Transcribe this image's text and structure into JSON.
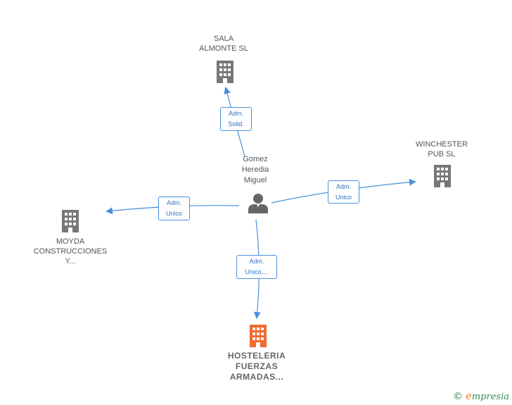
{
  "colors": {
    "edge": "#4a90d9",
    "building_gray": "#777777",
    "building_highlight": "#f26a2e",
    "person": "#666666"
  },
  "center": {
    "name_lines": [
      "Gomez",
      "Heredia",
      "Miguel"
    ],
    "icon": "person-icon"
  },
  "nodes": {
    "sala": {
      "lines": [
        "SALA",
        "ALMONTE  SL"
      ],
      "icon": "building-icon"
    },
    "winchester": {
      "lines": [
        "WINCHESTER",
        "PUB  SL"
      ],
      "icon": "building-icon"
    },
    "moyda": {
      "lines": [
        "MOYDA",
        "CONSTRUCCIONES",
        "Y..."
      ],
      "icon": "building-icon"
    },
    "hosteleria": {
      "lines": [
        "HOSTELERIA",
        "FUERZAS",
        "ARMADAS..."
      ],
      "icon": "building-icon"
    }
  },
  "edges": {
    "sala": [
      "Adm.",
      "Solid."
    ],
    "winchester": [
      "Adm.",
      "Unico"
    ],
    "moyda": [
      "Adm.",
      "Unico"
    ],
    "hosteleria": [
      "Adm.",
      "Unico,..."
    ]
  },
  "footer": {
    "copyright_symbol": "©",
    "brand_first": "e",
    "brand_rest": "mpresia"
  }
}
